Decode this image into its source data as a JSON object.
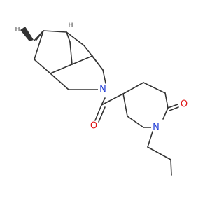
{
  "molecule": {
    "atoms": [
      {
        "label": "N",
        "color": "#1f3bd6"
      },
      {
        "label": "N",
        "color": "#1f3bd6"
      },
      {
        "label": "O",
        "color": "#e01515"
      },
      {
        "label": "O",
        "color": "#e01515"
      },
      {
        "label": "H",
        "color": "#333333"
      },
      {
        "label": "H",
        "color": "#333333"
      }
    ],
    "bond_color": "#333333"
  }
}
